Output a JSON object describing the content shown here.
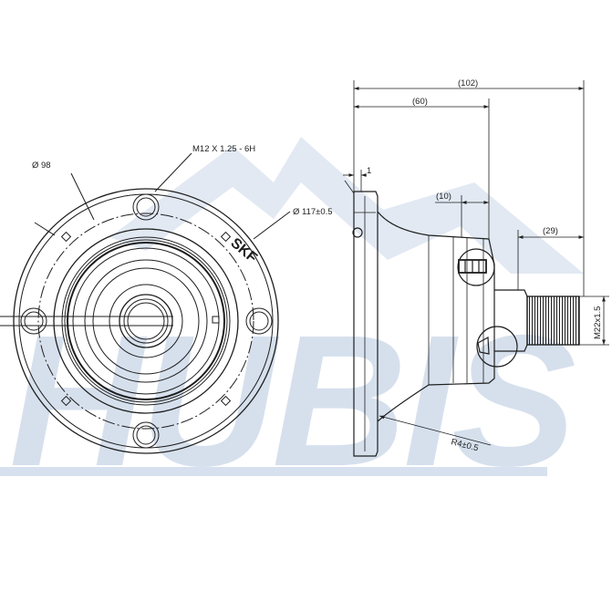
{
  "watermark": {
    "text": "HUBIS",
    "color": "#c9d6e8"
  },
  "front_view": {
    "pitch_circle_label": "Ø 98",
    "thread_label": "M12 X 1.25 - 6H",
    "outer_diameter_label": "Ø 117±0.5",
    "brand_mark": "SKF"
  },
  "side_view": {
    "overall_length_label": "(102)",
    "hub_length_label": "(60)",
    "flange_thickness_label": "1",
    "seal_offset_label": "(10)",
    "thread_length_label": "(29)",
    "thread_size_label": "M22x1.5",
    "radius_label": "R4±0.5"
  },
  "colors": {
    "line": "#1e1e1e",
    "dimension_text": "#222222",
    "watermark": "#c9d6e8"
  }
}
